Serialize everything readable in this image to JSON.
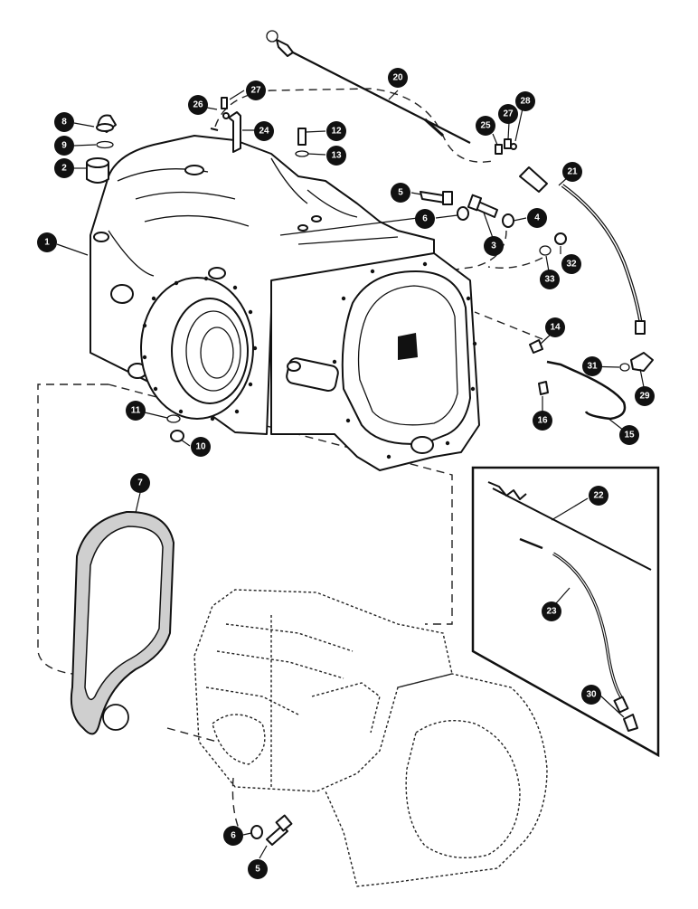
{
  "callouts": [
    {
      "id": "c1",
      "number": "1"
    },
    {
      "id": "c2",
      "number": "2"
    },
    {
      "id": "c3",
      "number": "3"
    },
    {
      "id": "c4",
      "number": "4"
    },
    {
      "id": "c5a",
      "number": "5"
    },
    {
      "id": "c5b",
      "number": "5"
    },
    {
      "id": "c6a",
      "number": "6"
    },
    {
      "id": "c6b",
      "number": "6"
    },
    {
      "id": "c7",
      "number": "7"
    },
    {
      "id": "c8",
      "number": "8"
    },
    {
      "id": "c9",
      "number": "9"
    },
    {
      "id": "c10",
      "number": "10"
    },
    {
      "id": "c11",
      "number": "11"
    },
    {
      "id": "c12",
      "number": "12"
    },
    {
      "id": "c13",
      "number": "13"
    },
    {
      "id": "c14",
      "number": "14"
    },
    {
      "id": "c15",
      "number": "15"
    },
    {
      "id": "c16",
      "number": "16"
    },
    {
      "id": "c20",
      "number": "20"
    },
    {
      "id": "c21",
      "number": "21"
    },
    {
      "id": "c22",
      "number": "22"
    },
    {
      "id": "c23",
      "number": "23"
    },
    {
      "id": "c24",
      "number": "24"
    },
    {
      "id": "c25",
      "number": "25"
    },
    {
      "id": "c26",
      "number": "26"
    },
    {
      "id": "c27a",
      "number": "27"
    },
    {
      "id": "c27b",
      "number": "27"
    },
    {
      "id": "c28",
      "number": "28"
    },
    {
      "id": "c29",
      "number": "29"
    },
    {
      "id": "c30",
      "number": "30"
    },
    {
      "id": "c31",
      "number": "31"
    },
    {
      "id": "c32",
      "number": "32"
    },
    {
      "id": "c33",
      "number": "33"
    }
  ]
}
